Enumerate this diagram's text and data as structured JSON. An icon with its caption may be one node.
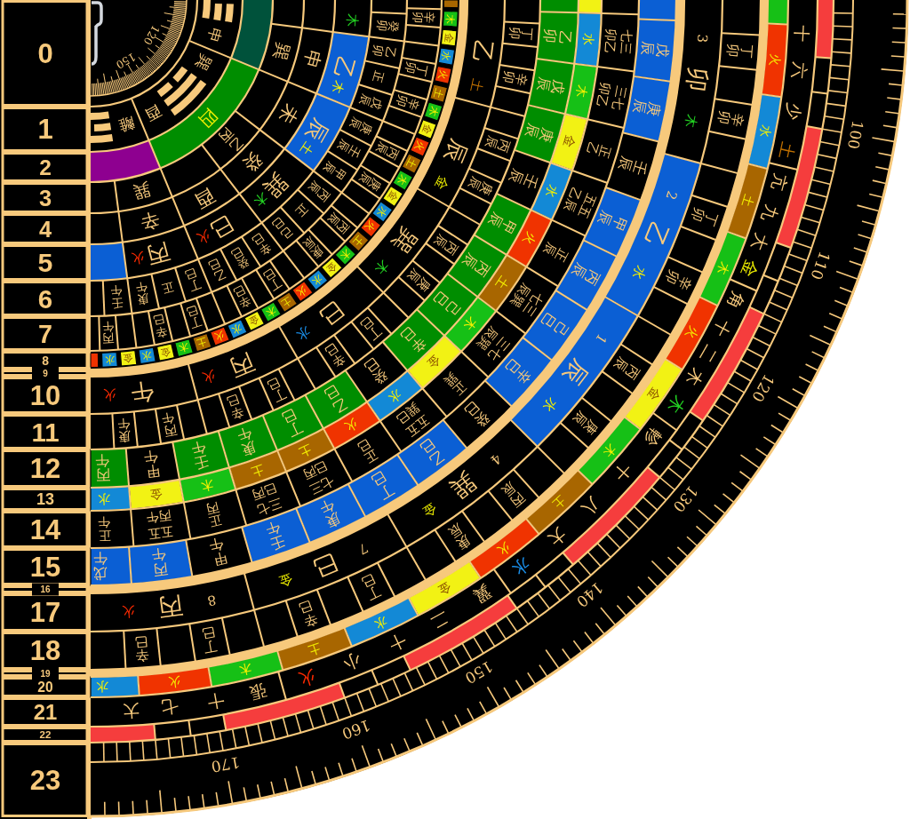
{
  "diagram": {
    "labels": [
      "0",
      "1",
      "2",
      "3",
      "4",
      "5",
      "6",
      "7",
      "8",
      "9",
      "10",
      "11",
      "12",
      "13",
      "14",
      "15",
      "16",
      "17",
      "18",
      "19",
      "20",
      "21",
      "22",
      "23",
      "120",
      "150",
      "申",
      "巽",
      "酉",
      "離",
      "四",
      "巽",
      "乙丙",
      "巽",
      "申",
      "未",
      "癸",
      "酉",
      "辛",
      "木",
      "乙",
      "木",
      "辰",
      "土",
      "巽",
      "木",
      "巳",
      "火",
      "丙",
      "火",
      "癸卯",
      "乙卯",
      "正",
      "戊辰",
      "庚辰",
      "壬辰",
      "甲辰",
      "丙辰",
      "正",
      "己巳",
      "辛巳",
      "癸巳",
      "乙巳",
      "丁巳",
      "正",
      "庚午",
      "壬午",
      "辛卯",
      "丁卯",
      "辛卯",
      "丙辰",
      "庚辰",
      "丙辰",
      "庚辰",
      "丁巳",
      "辛巳",
      "丁巳",
      "辛巳",
      "丙午",
      "木",
      "金",
      "水",
      "火",
      "土",
      "木",
      "金",
      "火",
      "土",
      "木",
      "金",
      "水",
      "火",
      "土",
      "木",
      "金",
      "水",
      "火",
      "土",
      "木",
      "金",
      "水",
      "火",
      "土",
      "木",
      "金",
      "水",
      "金",
      "水",
      "乙",
      "土",
      "辰",
      "金",
      "巽",
      "木",
      "巳",
      "水",
      "丙",
      "火",
      "午",
      "火",
      "丁卯",
      "辛卯",
      "丙辰",
      "庚辰",
      "丙辰",
      "庚辰",
      "丁巳",
      "辛巳",
      "丁巳",
      "辛巳",
      "丙午",
      "庚午",
      "乙卯",
      "戊辰",
      "庚辰",
      "壬辰",
      "甲辰",
      "丙辰",
      "己巳",
      "辛巳",
      "癸巳",
      "乙巳",
      "丁巳",
      "庚午",
      "壬午",
      "甲午",
      "丙午",
      "水",
      "木",
      "金",
      "水",
      "火",
      "土",
      "木",
      "金",
      "水",
      "火",
      "土",
      "土",
      "木",
      "金",
      "水",
      "卯乙",
      "七三",
      "卯乙",
      "三七",
      "正乙",
      "乙辰",
      "五五",
      "正辰",
      "辰巽",
      "七三",
      "辰巽",
      "三七",
      "正巽",
      "巽巳",
      "五五",
      "正巳",
      "巳丙",
      "七三",
      "巳丙",
      "三七",
      "正丙",
      "丙午",
      "五五",
      "正午",
      "戊辰",
      "庚辰",
      "壬辰",
      "甲辰",
      "丙辰",
      "己巳",
      "辛巳",
      "癸巳",
      "乙巳",
      "丁巳",
      "庚午",
      "壬午",
      "甲午",
      "丙午",
      "戊午",
      "3",
      "卯",
      "木",
      "2",
      "乙",
      "水",
      "1",
      "辰",
      "水",
      "4",
      "巽",
      "金",
      "7",
      "巳",
      "金",
      "8",
      "丙",
      "火",
      "丁卯",
      "辛卯",
      "丁卯",
      "辛卯",
      "丙辰",
      "庚辰",
      "丙辰",
      "庚辰",
      "丁巳",
      "辛巳",
      "丁巳",
      "辛巳",
      "火",
      "水",
      "土",
      "木",
      "火",
      "金",
      "木",
      "土",
      "火",
      "金",
      "水",
      "土",
      "木",
      "火",
      "水",
      "十",
      "六",
      "少",
      "土",
      "亢",
      "九",
      "大",
      "金",
      "角",
      "十",
      "二",
      "木",
      "木",
      "軫",
      "十",
      "八",
      "大",
      "水",
      "翼",
      "二",
      "十",
      "小",
      "火",
      "張",
      "十",
      "七",
      "大",
      "100",
      "110",
      "120",
      "130",
      "140",
      "150",
      "160",
      "170"
    ]
  }
}
